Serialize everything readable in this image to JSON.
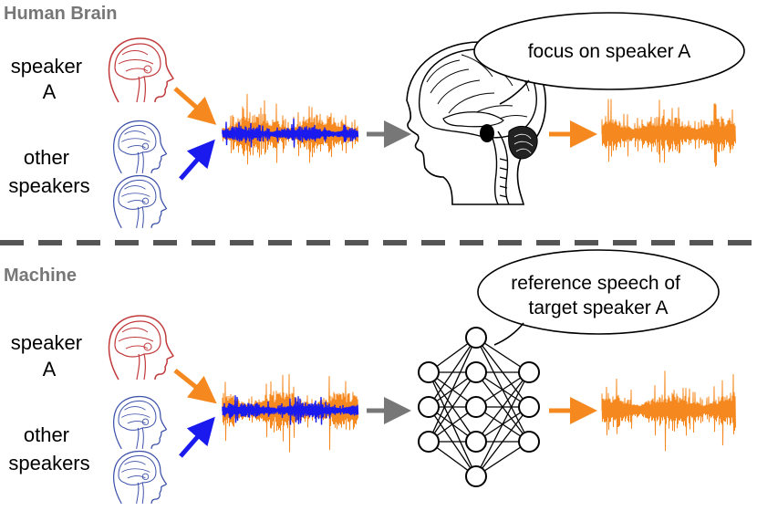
{
  "top": {
    "title": "Human Brain",
    "speaker_a": [
      "speaker",
      "A"
    ],
    "other_speakers": [
      "other",
      "speakers"
    ],
    "bubble": [
      "focus on speaker A"
    ]
  },
  "bottom": {
    "title": "Machine",
    "speaker_a": [
      "speaker",
      "A"
    ],
    "other_speakers": [
      "other",
      "speakers"
    ],
    "bubble": [
      "reference speech of",
      "target speaker A"
    ]
  },
  "colors": {
    "orange": "#f5891f",
    "blue": "#1a1aee",
    "gray": "#777777",
    "red_head": "#c0393b",
    "blue_head": "#3a4fa8"
  },
  "icons": [
    "head-profile-icon",
    "brain-anatomy-icon",
    "neural-network-icon",
    "waveform-icon",
    "arrow-icon"
  ]
}
